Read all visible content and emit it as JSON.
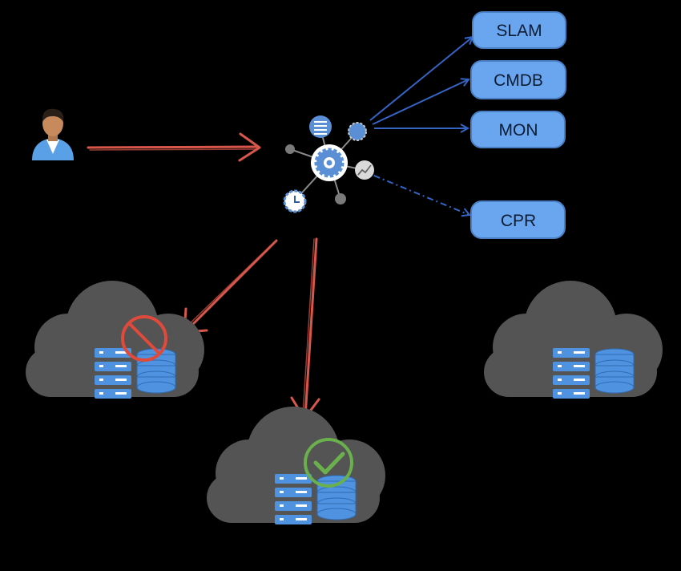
{
  "colors": {
    "background": "#000000",
    "service_box_fill": "#6aa6ef",
    "service_box_stroke": "#4a7fc4",
    "blue_arrow": "#3565c4",
    "red_arrow": "#d9574a",
    "cloud": "#545454",
    "server": "#4f92df",
    "blocked": "#e04a3b",
    "ok": "#6ab04c"
  },
  "services": [
    {
      "label": "SLAM",
      "icon": "service-box"
    },
    {
      "label": "CMDB",
      "icon": "service-box"
    },
    {
      "label": "MON",
      "icon": "service-box"
    },
    {
      "label": "CPR",
      "icon": "service-box"
    }
  ],
  "nodes": {
    "user": {
      "icon": "user-icon"
    },
    "hub": {
      "icon": "gear-hub-icon",
      "satellites": [
        "list-icon",
        "gear-icon",
        "chart-icon",
        "clock-icon"
      ]
    },
    "cloud_blocked": {
      "icon": "cloud-datacenter-icon",
      "status_icon": "prohibited-icon"
    },
    "cloud_selected": {
      "icon": "cloud-datacenter-icon",
      "status_icon": "checkmark-icon"
    },
    "cloud_idle": {
      "icon": "cloud-datacenter-icon"
    }
  }
}
